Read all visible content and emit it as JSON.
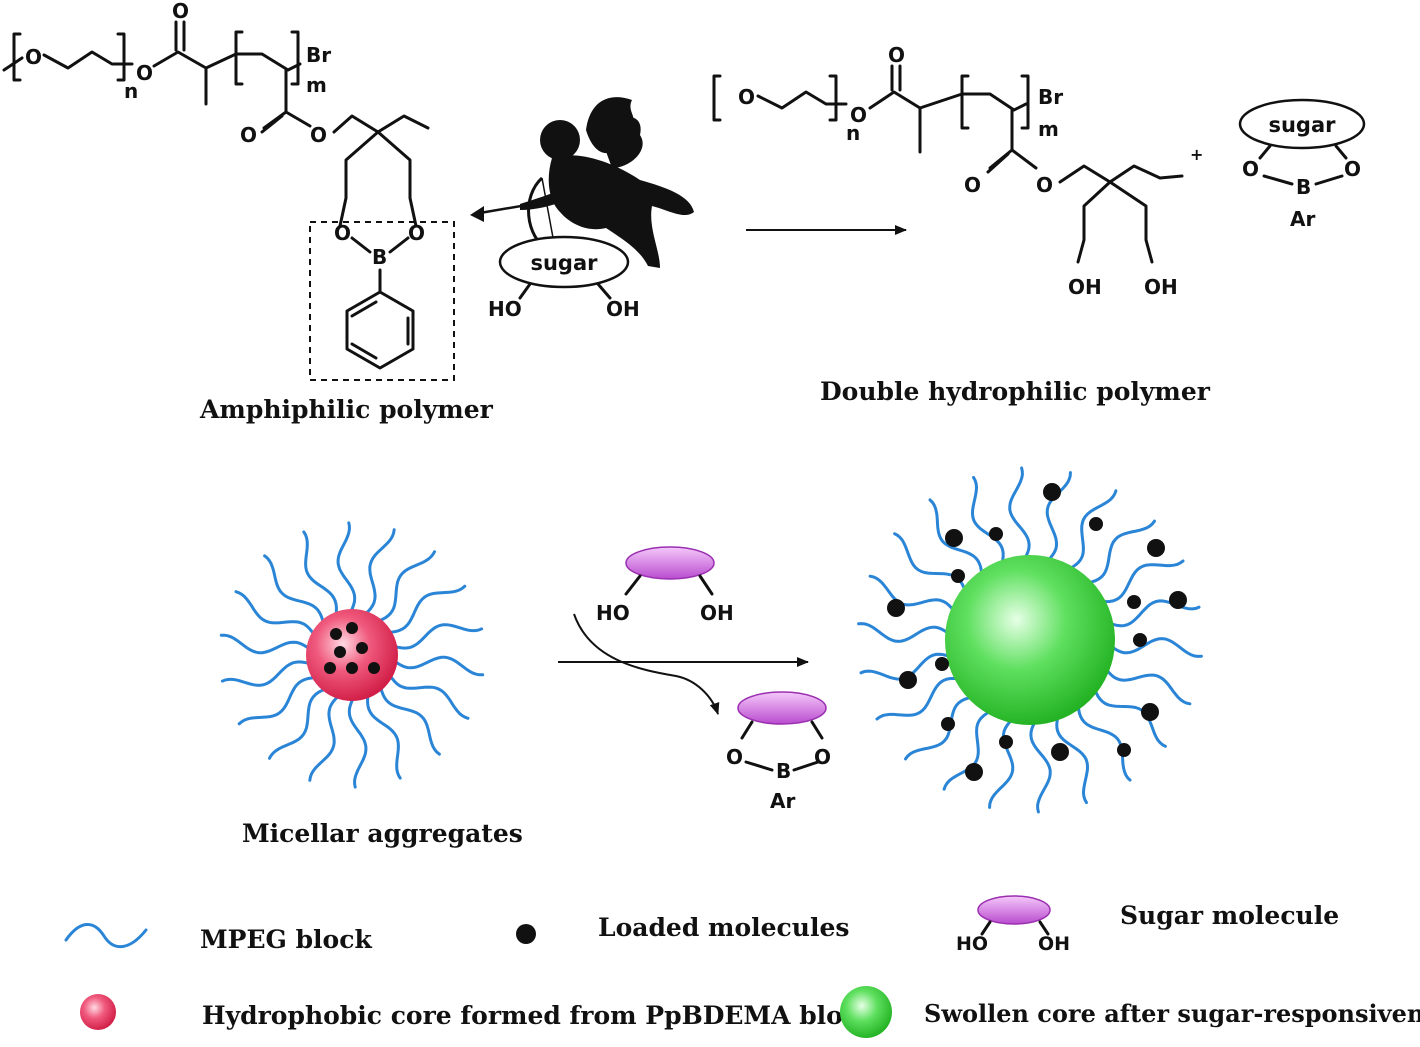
{
  "structure_labels": {
    "oxygen": "O",
    "bromine": "Br",
    "boron": "B",
    "n_subscript": "n",
    "m_subscript": "m",
    "hydroxyl": "OH",
    "hydroxyl_left": "HO",
    "aryl": "Ar",
    "sugar": "sugar",
    "plus": "+"
  },
  "captions": {
    "amphiphilic": "Amphiphilic polymer",
    "double_hydrophilic": "Double hydrophilic polymer",
    "micellar": "Micellar aggregates"
  },
  "legend": {
    "mpeg": "MPEG block",
    "loaded": "Loaded molecules",
    "sugar_molecule": "Sugar molecule",
    "hydrophobic_core": "Hydrophobic core formed from PpBDEMA block",
    "swollen_core": "Swollen core after sugar-responsiveness"
  },
  "colors": {
    "chain": "#2a85d6",
    "hydrophobic_core": "#e8385a",
    "swollen_core": "#3ed23e",
    "sugar_ellipse": "#cc66dd",
    "loaded_molecule": "#111111"
  }
}
